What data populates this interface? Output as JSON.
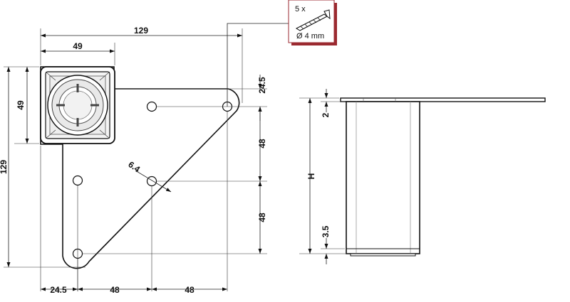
{
  "screw_box": {
    "count": "5 x",
    "diameter": "Ø 4 mm"
  },
  "plan_view": {
    "overall_width": "129",
    "socket_width": "49",
    "socket_height": "49",
    "overall_height": "129",
    "top_offset": "24.5",
    "vertical_spacing_1": "48",
    "vertical_spacing_2": "48",
    "left_offset": "24.5",
    "horizontal_spacing_1": "48",
    "horizontal_spacing_2": "48",
    "hole_diameter": "6.4"
  },
  "side_view": {
    "plate_thickness": "2",
    "height": "H",
    "bottom_offset": "3.5"
  }
}
